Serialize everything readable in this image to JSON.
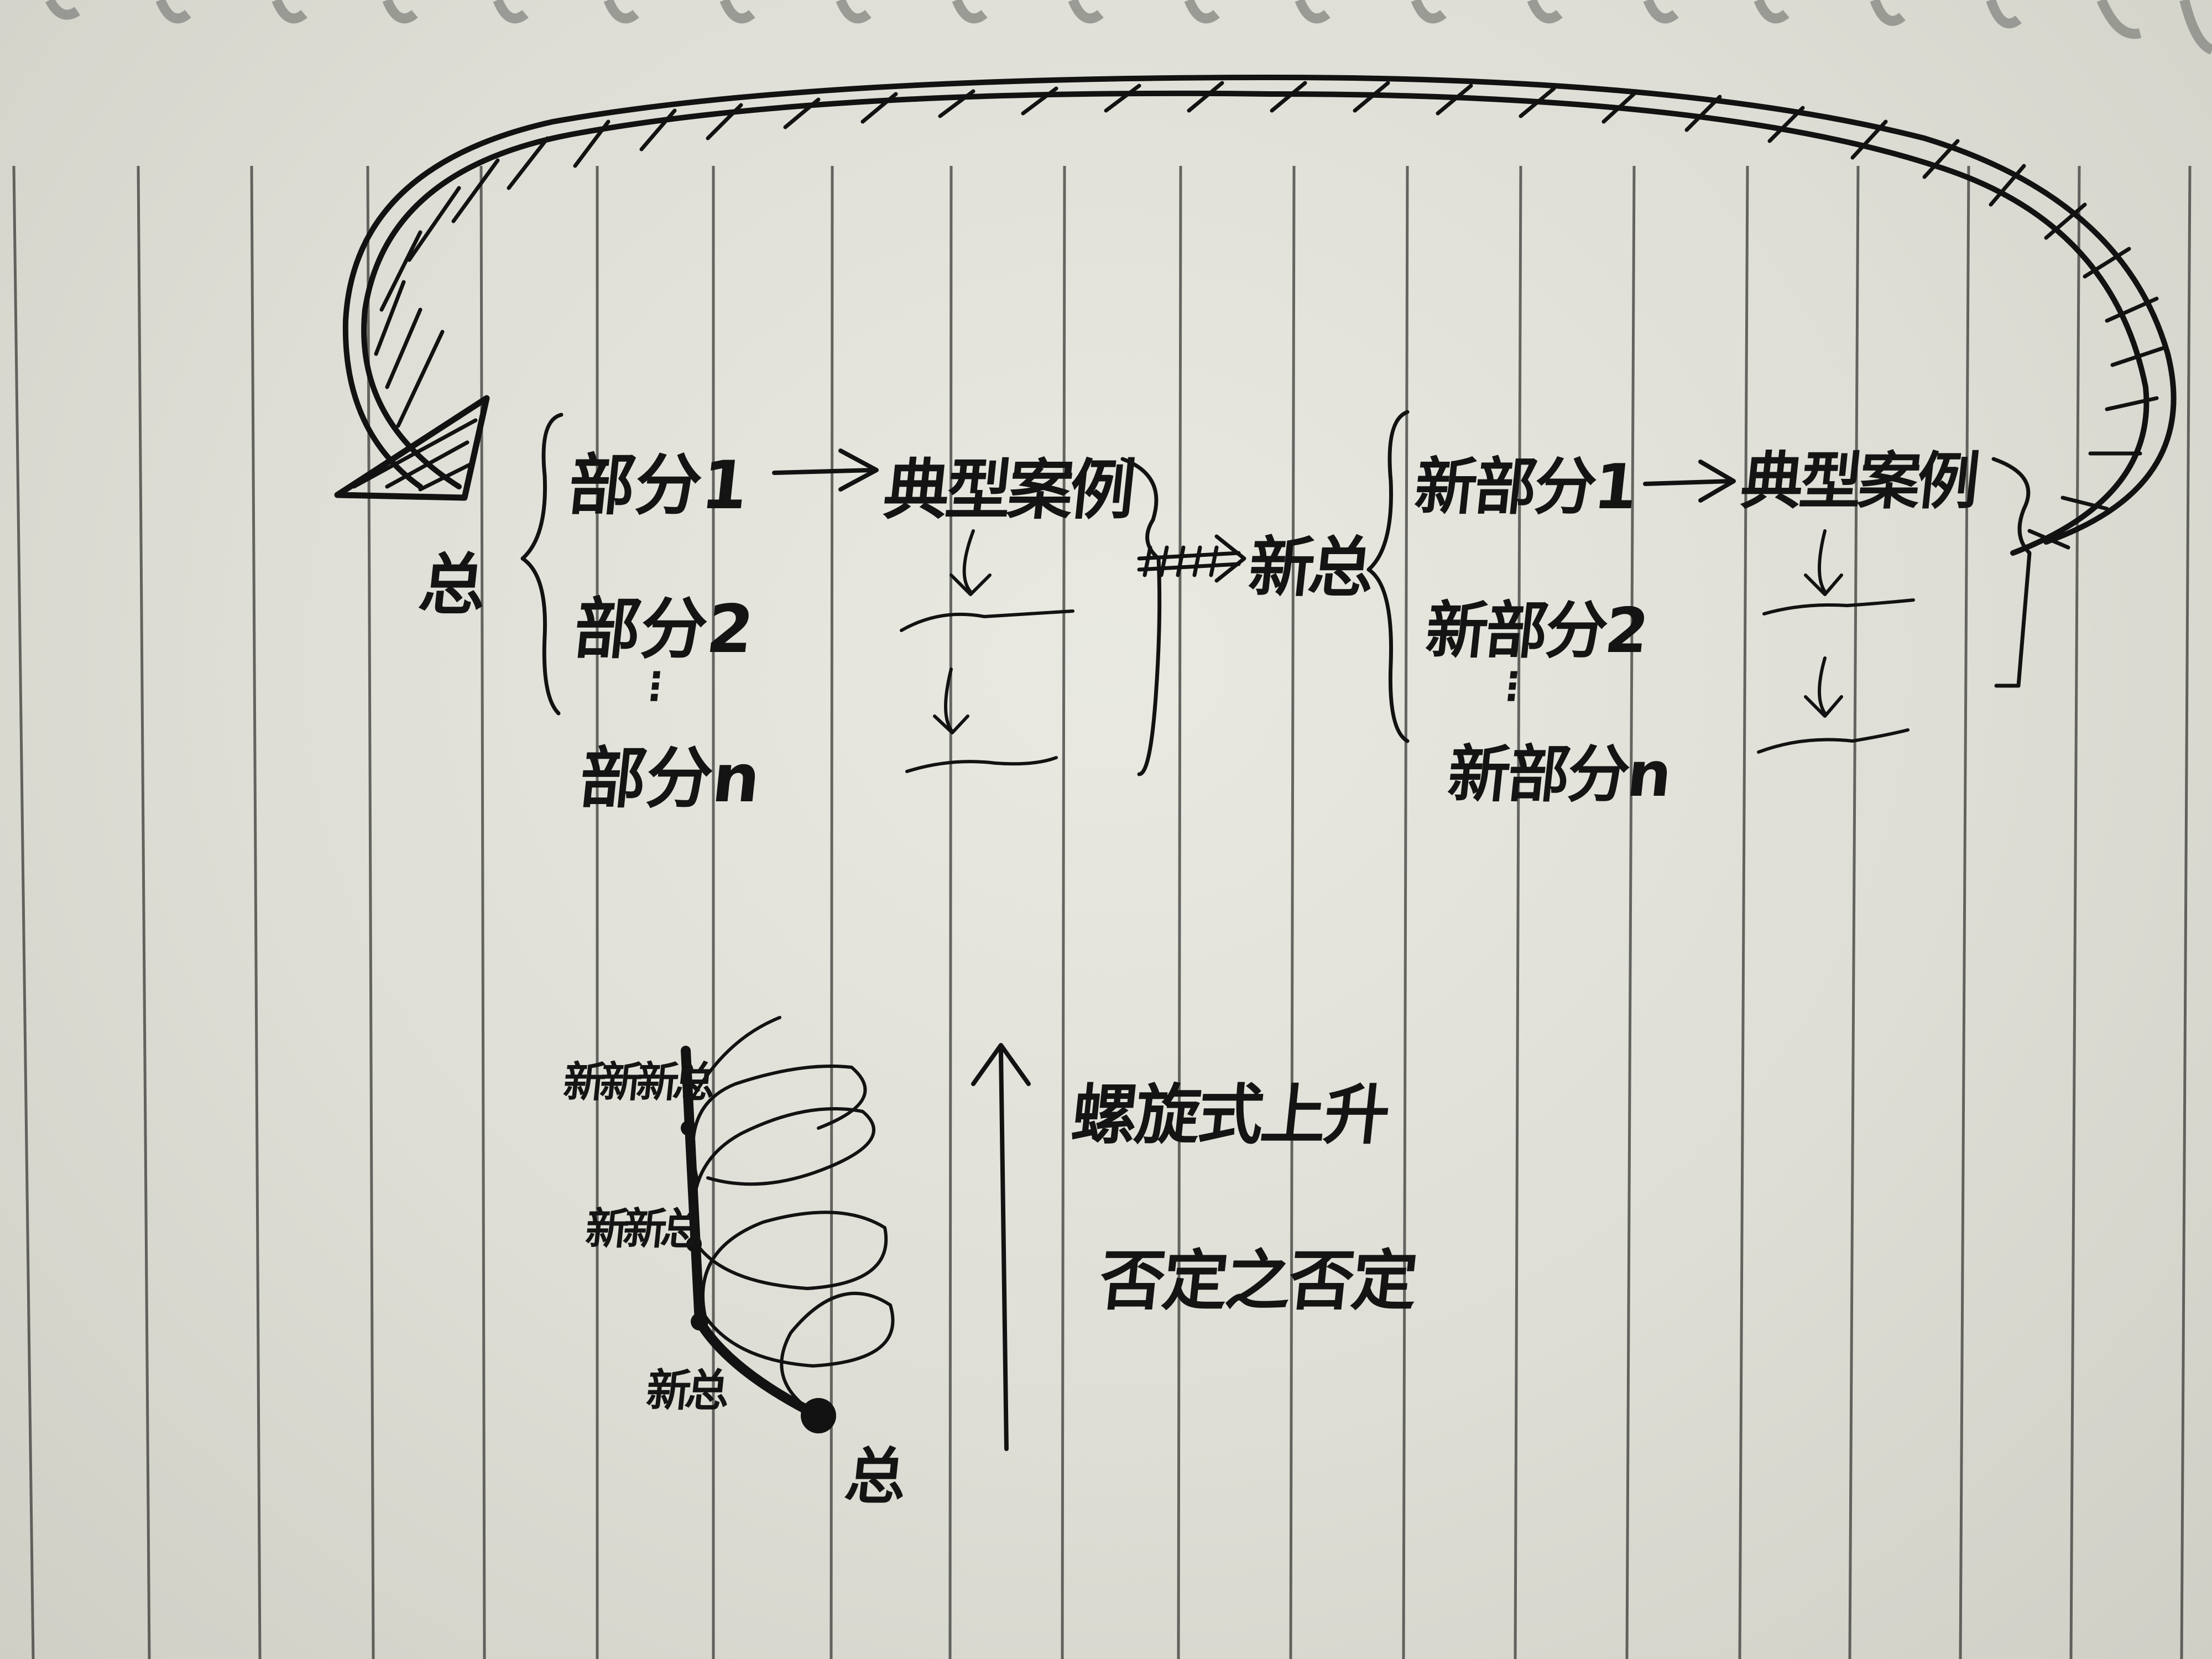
{
  "cycle_diagram": {
    "left_total": "总",
    "left_parts": [
      "部分1",
      "部分2",
      "⋮",
      "部分n"
    ],
    "left_case": "典型案例",
    "new_total": "新总",
    "new_parts": [
      "新部分1",
      "新部分2",
      "⋮",
      "新部分n"
    ],
    "new_case": "典型案例"
  },
  "spiral_diagram": {
    "labels_left": [
      "新新新总",
      "新新总",
      "新总"
    ],
    "label_bottom": "总",
    "title": "螺旋式上升",
    "subtitle": "否定之否定"
  },
  "colors": {
    "ink": "#121212",
    "paper": "#e6e6de",
    "rule_line": "#3a3a38"
  }
}
